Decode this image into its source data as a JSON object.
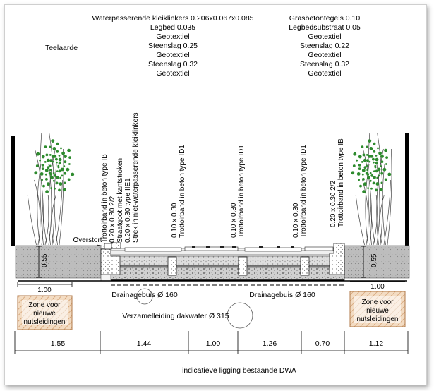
{
  "layers_left": [
    "Waterpasserende kleiklinkers 0.206x0.067x0.085",
    "Legbed 0.035",
    "Geotextiel",
    "Steenslag 0.25",
    "Geotextiel",
    "Steenslag 0.32",
    "Geotextiel"
  ],
  "layers_right": [
    "Grasbetontegels 0.10",
    "Legbedsubstraat 0.05",
    "Geotextiel",
    "Steenslag 0.22",
    "Geotextiel",
    "Steenslag 0.32",
    "Geotextiel"
  ],
  "teelaarde": "Teelaarde",
  "vertical_labels": {
    "v1a": "Trottoirband in beton type IB",
    "v1b": "0.20 x 0.30 2/2",
    "v2a": "Straatgoot met kantstroken",
    "v2b": "0.20 x 0.30 type IIE1",
    "v2c": "Strek in niet-waterpasserende kleiklinkers",
    "v3a": "Trottoirband in beton type ID1",
    "v3b": "0.10 x 0.30",
    "v4a": "Trottoirband in beton type ID1",
    "v4b": "0.10 x 0.30",
    "v5a": "Trottoirband in beton type ID1",
    "v5b": "0.10 x 0.30",
    "v6a": "Trottoirband in beton type IB",
    "v6b": "0.20 x 0.30 2/2"
  },
  "overstort": "Overstort",
  "depth_left": "0.55",
  "depth_right": "0.55",
  "zone_left": {
    "width": "1.00",
    "lines": [
      "Zone voor",
      "nieuwe",
      "nutsleidingen"
    ]
  },
  "zone_right": {
    "width": "1.00",
    "lines": [
      "Zone voor",
      "nieuwe",
      "nutsleidingen"
    ]
  },
  "drain_left": "Drainagebuis Ø 160",
  "drain_right": "Drainagebuis Ø 160",
  "verzamelleiding": "Verzamelleiding dakwater Ø 315",
  "dimensions": [
    "1.55",
    "1.44",
    "1.00",
    "1.26",
    "0.70",
    "1.12"
  ],
  "caption": "indicatieve ligging bestaande DWA",
  "colors": {
    "soil": "#b9b9b9",
    "zone_fill": "#f3dcc3",
    "zone_hatch": "#c98f5c",
    "plant": "#2e8b2e",
    "gravel": "#8c8c8c"
  }
}
